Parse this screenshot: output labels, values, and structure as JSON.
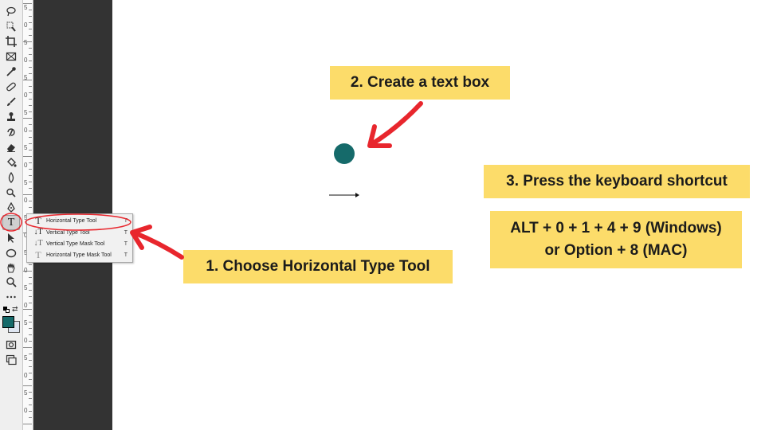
{
  "toolbar": {
    "tools": [
      {
        "name": "lasso-tool-icon"
      },
      {
        "name": "quick-selection-tool-icon"
      },
      {
        "name": "crop-tool-icon"
      },
      {
        "name": "frame-tool-icon"
      },
      {
        "name": "eyedropper-tool-icon"
      },
      {
        "name": "healing-brush-tool-icon"
      },
      {
        "name": "brush-tool-icon"
      },
      {
        "name": "clone-stamp-tool-icon"
      },
      {
        "name": "history-brush-tool-icon"
      },
      {
        "name": "eraser-tool-icon"
      },
      {
        "name": "paint-bucket-tool-icon"
      },
      {
        "name": "blur-tool-icon"
      },
      {
        "name": "dodge-tool-icon"
      },
      {
        "name": "pen-tool-icon"
      },
      {
        "name": "type-tool-icon",
        "label": "T",
        "active": true
      },
      {
        "name": "path-selection-tool-icon"
      },
      {
        "name": "ellipse-tool-icon"
      },
      {
        "name": "hand-tool-icon"
      },
      {
        "name": "zoom-tool-icon"
      },
      {
        "name": "more-tools-icon"
      }
    ],
    "foreground_color": "#156a6a",
    "background_color": "#dfe6f2"
  },
  "ruler": {
    "numbers": [
      "5",
      "0",
      "5",
      "0",
      "5",
      "0",
      "5",
      "0",
      "5",
      "0",
      "5",
      "0",
      "5",
      "0",
      "5",
      "0",
      "5",
      "0",
      "5",
      "0",
      "5",
      "0",
      "5",
      "0"
    ]
  },
  "flyout": {
    "items": [
      {
        "glyph": "T",
        "label": "Horizontal Type Tool",
        "shortcut": "T"
      },
      {
        "glyph": "↓T",
        "label": "Vertical Type Tool",
        "shortcut": "T"
      },
      {
        "glyph": "↓T",
        "label": "Vertical Type Mask Tool",
        "shortcut": "T"
      },
      {
        "glyph": "T",
        "label": "Horizontal Type Mask Tool",
        "shortcut": "T"
      }
    ]
  },
  "callouts": {
    "step1": "1. Choose Horizontal Type Tool",
    "step2": "2. Create a text box",
    "step3": "3. Press the keyboard shortcut",
    "shortcut_line1": "ALT + 0 + 1 + 4 + 9 (Windows)",
    "shortcut_line2": "or Option + 8 (MAC)"
  },
  "colors": {
    "callout_bg": "#fcdc6a",
    "arrow": "#e8262d",
    "dot": "#156a6a",
    "workspace": "#333333"
  }
}
